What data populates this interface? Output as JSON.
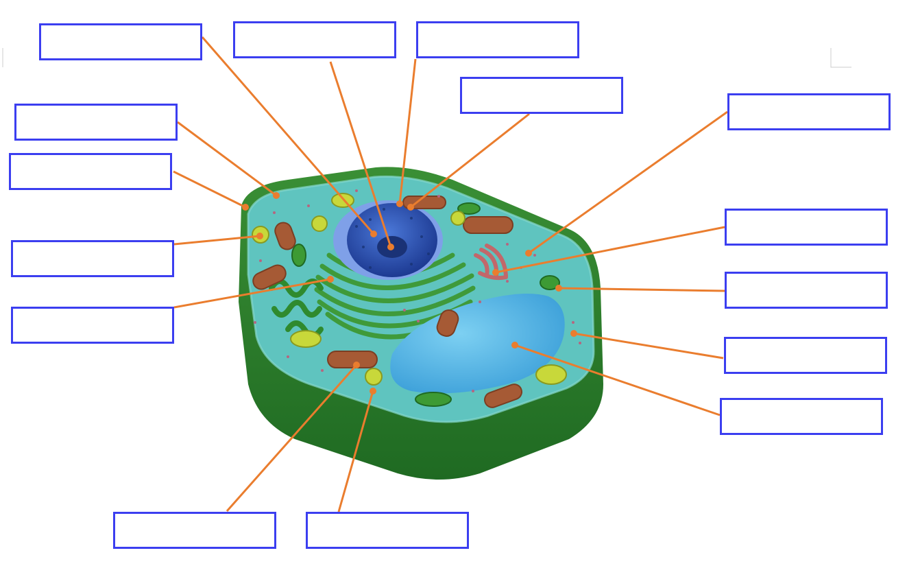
{
  "diagram": {
    "subject": "",
    "colors": {
      "box_border": "#3b3ef0",
      "leader_line": "#ea7d2e",
      "cell_wall": "#2f7d2a",
      "cytoplasm": "#5fc4bf",
      "nucleus": "#2c4fb0",
      "vacuole": "#4fb3e6",
      "chloroplast": "#3d9a34",
      "mitochondrion": "#a65a35",
      "golgi": "#b8585c",
      "lipid_droplet": "#c8d83a"
    },
    "labels": [
      {
        "id": "box-1",
        "text": ""
      },
      {
        "id": "box-2",
        "text": ""
      },
      {
        "id": "box-3",
        "text": ""
      },
      {
        "id": "box-4",
        "text": ""
      },
      {
        "id": "box-5",
        "text": ""
      },
      {
        "id": "box-6",
        "text": ""
      },
      {
        "id": "box-7",
        "text": ""
      },
      {
        "id": "box-8",
        "text": ""
      },
      {
        "id": "box-9",
        "text": ""
      },
      {
        "id": "box-10",
        "text": ""
      },
      {
        "id": "box-11",
        "text": ""
      },
      {
        "id": "box-12",
        "text": ""
      },
      {
        "id": "box-13",
        "text": ""
      },
      {
        "id": "box-14",
        "text": ""
      },
      {
        "id": "box-15",
        "text": ""
      }
    ]
  }
}
